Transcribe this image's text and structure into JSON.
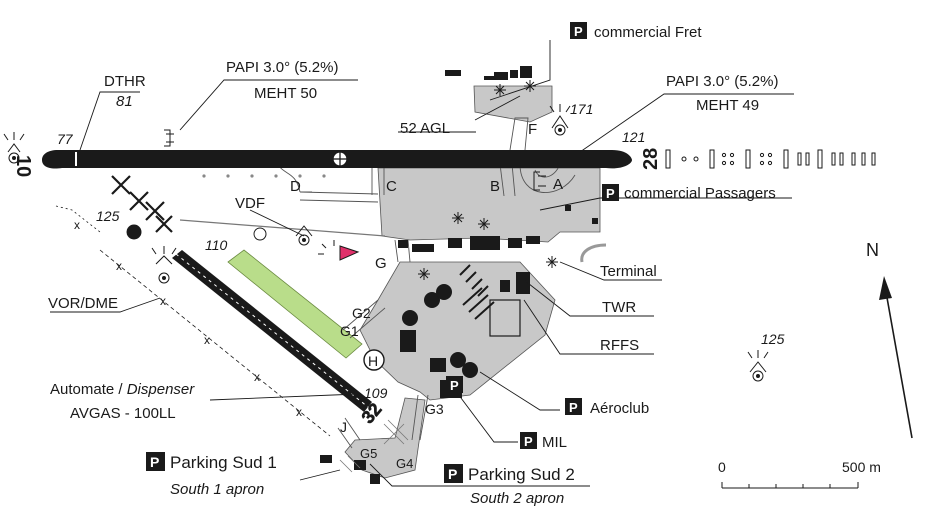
{
  "runways": {
    "main": {
      "threshold_west": "10",
      "threshold_east": "28",
      "elev_west": "77",
      "elev_east": "121"
    },
    "secondary": {
      "designator": "32",
      "elev": "109",
      "elev_top": "110"
    }
  },
  "dthr": {
    "label": "DTHR",
    "value": "81"
  },
  "papi_west": {
    "line1": "PAPI 3.0° (5.2%)",
    "line2": "MEHT 50"
  },
  "papi_east": {
    "line1": "PAPI 3.0° (5.2%)",
    "line2": "MEHT 49"
  },
  "taxiways": [
    "A",
    "B",
    "C",
    "D",
    "F",
    "G",
    "G1",
    "G2",
    "G3",
    "G4",
    "G5",
    "J"
  ],
  "parking_symbol": "P",
  "labels": {
    "cargo": "commercial Fret",
    "passengers": "commercial Passagers",
    "agl": "52 AGL",
    "obstacle_171": "171",
    "obstacle_125_west": "125",
    "obstacle_125_east": "125",
    "vdf": "VDF",
    "vor_dme": "VOR/DME",
    "terminal": "Terminal",
    "twr": "TWR",
    "rffs": "RFFS",
    "aeroclub": "Aéroclub",
    "mil": "MIL",
    "heliport": "H",
    "dispenser_a": "Automate / ",
    "dispenser_b": "Dispenser",
    "avgas": "AVGAS - 100LL",
    "parking_sud1": "Parking Sud 1",
    "south1": "South 1 apron",
    "parking_sud2": "Parking Sud 2",
    "south2": "South 2 apron",
    "north": "N"
  },
  "scale": {
    "start": "0",
    "end": "500 m"
  },
  "colors": {
    "ink": "#1a1a1a",
    "apron": "#c8c8c8",
    "grass": "#b9dd8a",
    "beacon": "#e0306a"
  }
}
